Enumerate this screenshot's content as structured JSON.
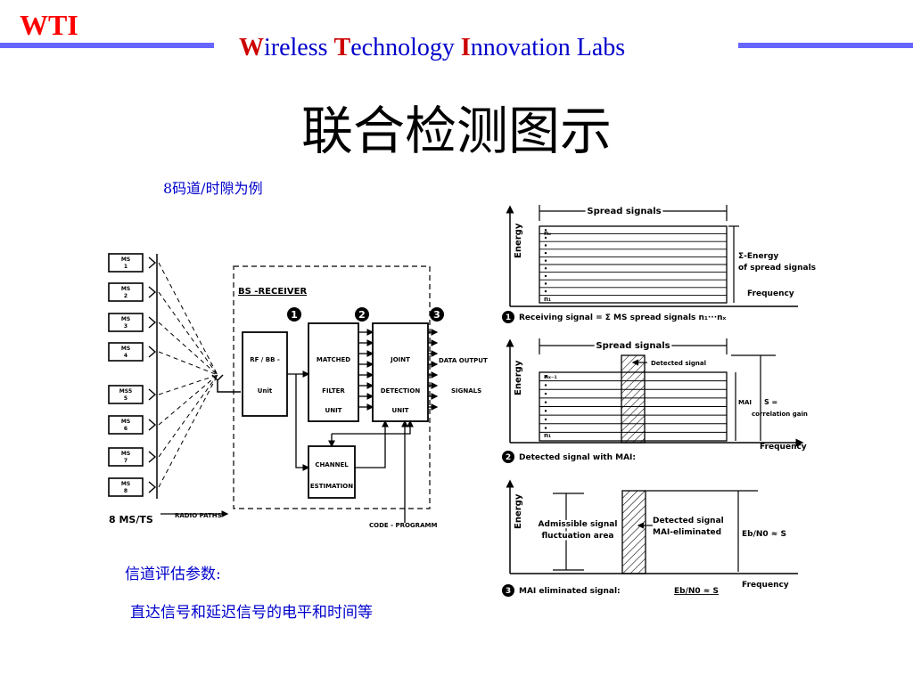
{
  "header": {
    "logo": "WTI",
    "lab_words": [
      {
        "initial": "W",
        "rest": "ireless "
      },
      {
        "initial": "T",
        "rest": "echnology "
      },
      {
        "initial": "I",
        "rest": "nnovation Labs"
      }
    ]
  },
  "title": "联合检测图示",
  "example_note": "8码道/时隙为例",
  "notes": {
    "line1": "信道评估参数:",
    "line2": "直达信号和延迟信号的电平和时间等"
  },
  "block": {
    "ms_labels": [
      [
        "MS",
        "1"
      ],
      [
        "MS",
        "2"
      ],
      [
        "MS",
        "3"
      ],
      [
        "MS",
        "4"
      ],
      [
        "MS5",
        "5"
      ],
      [
        "MS",
        "6"
      ],
      [
        "MS",
        "7"
      ],
      [
        "MS",
        "8"
      ]
    ],
    "ms_per_slot": "8 MS/TS",
    "radio_paths": "RADIO PATHS",
    "receiver": "BS -RECEIVER",
    "rf_unit": [
      "RF / BB -",
      "Unit"
    ],
    "mf_unit": [
      "MATCHED",
      "FILTER",
      "UNIT"
    ],
    "jd_unit": [
      "JOINT",
      "DETECTION",
      "UNIT"
    ],
    "ch_est": [
      "CHANNEL",
      "ESTIMATION"
    ],
    "data_output": [
      "DATA OUTPUT",
      "SIGNALS"
    ],
    "code_program": "CODE - PROGRAMM",
    "markers": [
      "1",
      "2",
      "3"
    ]
  },
  "plots": {
    "energy": "Energy",
    "frequency": "Frequency",
    "spread_signals": "Spread signals",
    "p1": {
      "sum_energy": [
        "Σ-Energy",
        "of spread signals"
      ],
      "caption_num": "1",
      "caption": "Receiving signal = Σ MS spread signals  n₁···nₓ",
      "band_top": "nₓ",
      "band_bottom": "n₁"
    },
    "p2": {
      "detected": "Detected signal",
      "mai": "MAI",
      "s_eq": "S =",
      "gain": "correlation gain",
      "caption_num": "2",
      "caption": "Detected signal with MAI:",
      "band_top": "nₓ₋₁",
      "band_bottom": "n₁"
    },
    "p3": {
      "admissible": [
        "Admissible signal",
        "fluctuation area"
      ],
      "detected": [
        "Detected signal",
        "MAI-eliminated"
      ],
      "ratio": "Eb/N0 ≈ S",
      "caption_num": "3",
      "caption": "MAI eliminated signal:",
      "caption_ratio": "Eb/N0 ≈ S"
    }
  }
}
